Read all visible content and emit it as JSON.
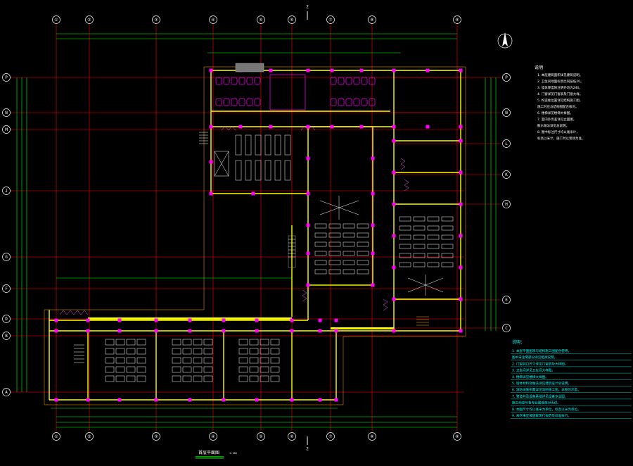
{
  "drawing": {
    "colors": {
      "background": "#000000",
      "grid_line": "#ff0000",
      "dimension": "#00ff00",
      "wall": "#ffff00",
      "column": "#ff00ff",
      "furniture": "#ffffff",
      "note_cyan": "#00ffff",
      "window": "#ff66ff",
      "stair": "#ffaa00"
    },
    "grid_top": [
      "①",
      "②",
      "③",
      "④",
      "⑤",
      "⑥",
      "⑦",
      "⑧",
      "⑨"
    ],
    "grid_left": [
      "P",
      "N",
      "M",
      "J",
      "G",
      "F",
      "D",
      "B",
      "A"
    ],
    "grid_right": [
      "P",
      "N",
      "L",
      "K",
      "H",
      "E",
      "C"
    ],
    "section_mark": "2",
    "north_symbol": "north-arrow",
    "notes": {
      "title": "说明",
      "lines": [
        "1. 本层建筑面积详见建筑说明。",
        "2. 卫生间地面标高比同层低20。",
        "3. 墙体厚度除注明外均为240。",
        "4. 门窗详见门窗表及门窗大样。",
        "5. 构造柱位置详见结构施工图，",
        "   施工时应与结构图配合核对。",
        "6. 楼梯详见楼梯大样图。",
        "7. 室内外高差详见立面图，",
        "   散水做法详见总说明。",
        "8. 图中标注尺寸均以毫米计，",
        "   标高以米计，施工时以现场为准。"
      ]
    },
    "notes_cyan": {
      "title": "说明：",
      "lines": [
        "1. 本层平面图须与结构施工图配合使用，",
        "   图中未注明部分详见相关说明。",
        "2. 门窗洞口尺寸详见门窗表及大样图。",
        "3. 卫生间详见卫生间大样图。",
        "4. 楼梯详见楼梯大样图。",
        "5. 墙体材料及做法详见建筑设计总说明。",
        "6. 消防设施布置详见消防施工图，本图仅示意。",
        "7. 管道井及设备基础详见设备专业图，",
        "   施工前应与各专业图纸核对无误。",
        "8. 本图尺寸均以毫米为单位，标高以米为单位。",
        "9. 未尽事宜按国家现行规范及标准执行。"
      ]
    },
    "caption": "首层平面图",
    "caption_scale": "1:100"
  }
}
